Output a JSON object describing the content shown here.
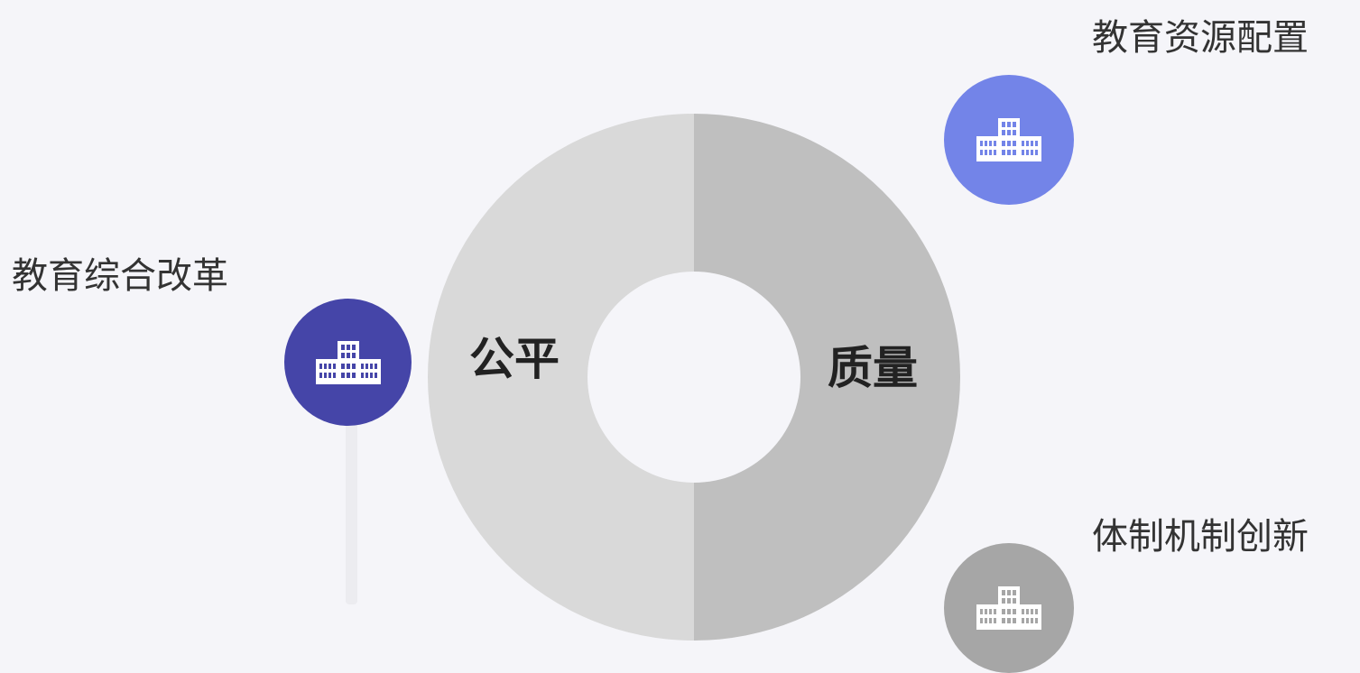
{
  "diagram": {
    "left_half": {
      "label": "公平",
      "color": "#d9d9d9"
    },
    "right_half": {
      "label": "质量",
      "color": "#bfbfbf"
    },
    "center_color": "#ffffff"
  },
  "items": [
    {
      "title": "教育综合改革",
      "icon": "building-icon",
      "color": "#4545a8"
    },
    {
      "title": "教育资源配置",
      "icon": "building-icon",
      "color": "#7384e8"
    },
    {
      "title": "体制机制创新",
      "icon": "building-icon",
      "color": "#a6a6a6"
    }
  ]
}
